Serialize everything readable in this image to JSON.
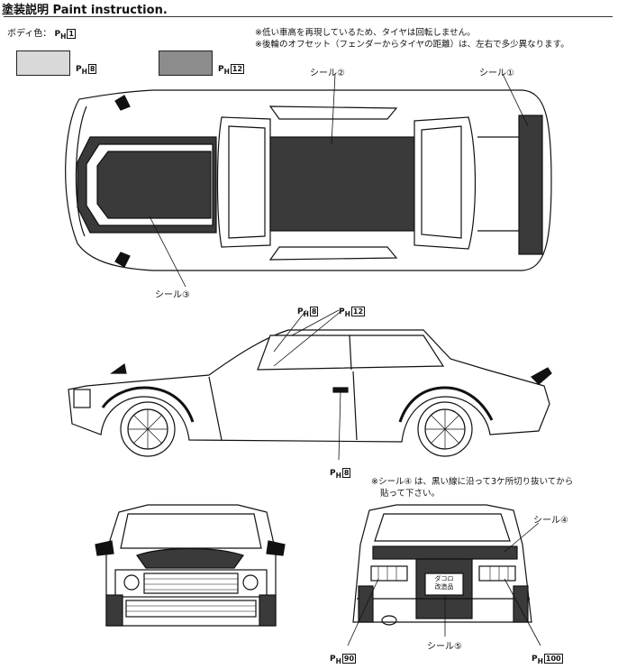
{
  "header": {
    "title": "塗装説明 Paint instruction."
  },
  "body_color": {
    "label": "ボディ色：",
    "code_prefix": "P",
    "code_sub": "H",
    "code_num": "1"
  },
  "swatches": [
    {
      "prefix": "P",
      "sub": "H",
      "num": "8",
      "color": "#d9d9d9"
    },
    {
      "prefix": "P",
      "sub": "H",
      "num": "12",
      "color": "#8c8c8c"
    }
  ],
  "notes": {
    "line1": "※低い車高を再現しているため、タイヤは回転しません。",
    "line2": "※後輪のオフセット（フェンダーからタイヤの距離）は、左右で多少異なります。"
  },
  "seal_labels": {
    "seal1": "シール①",
    "seal2": "シール②",
    "seal3": "シール③",
    "seal4": "シール④",
    "seal5": "シール⑤"
  },
  "side_codes": {
    "window": {
      "prefix": "P",
      "sub": "H",
      "num": "8"
    },
    "trim": {
      "prefix": "P",
      "sub": "H",
      "num": "12"
    },
    "handle": {
      "prefix": "P",
      "sub": "H",
      "num": "8"
    }
  },
  "seal4_note": {
    "line1": "※シール④ は、黒い線に沿って3ケ所切り抜いてから",
    "line2": "貼って下さい。"
  },
  "rear_codes": {
    "left": {
      "prefix": "P",
      "sub": "H",
      "num": "90"
    },
    "right": {
      "prefix": "P",
      "sub": "H",
      "num": "100"
    }
  },
  "plate_text": "ダコロ\n改造品"
}
